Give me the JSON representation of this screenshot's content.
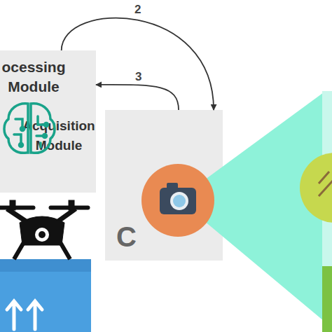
{
  "diagram": {
    "nodes": [
      {
        "text": [
          "ocessing Module"
        ]
      },
      {
        "text": [
          "Acquisition Module"
        ]
      }
    ],
    "edges": [
      {
        "from": 0,
        "to": 1,
        "arrow": "to",
        "label": "2"
      },
      {
        "from": 1,
        "to": 0,
        "arrow": "to",
        "label": "3"
      }
    ],
    "labels": [
      "C"
    ]
  }
}
